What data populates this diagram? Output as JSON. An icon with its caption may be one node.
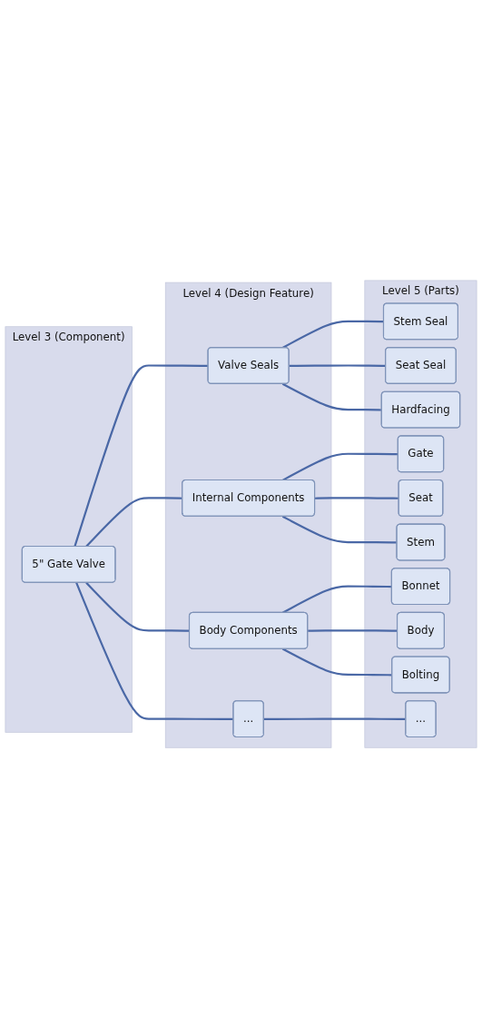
{
  "diagram": {
    "nodes": [
      {
        "text": [
          "Level 3 (Component)"
        ]
      },
      {
        "text": [
          "Level 4 (Design Feature)"
        ]
      },
      {
        "text": [
          "Level 5 (Parts)"
        ]
      },
      {
        "text": [
          "5\" Gate Valve"
        ],
        "in": 0
      },
      {
        "text": [
          "Valve Seals"
        ],
        "in": 1
      },
      {
        "text": [
          "Internal Components"
        ],
        "in": 1
      },
      {
        "text": [
          "Body Components"
        ],
        "in": 1
      },
      {
        "text": [
          "..."
        ],
        "in": 1
      },
      {
        "text": [
          "Stem Seal"
        ],
        "in": 2
      },
      {
        "text": [
          "Seat Seal"
        ],
        "in": 2
      },
      {
        "text": [
          "Hardfacing"
        ],
        "in": 2
      },
      {
        "text": [
          "Gate"
        ],
        "in": 2
      },
      {
        "text": [
          "Seat"
        ],
        "in": 2
      },
      {
        "text": [
          "Stem"
        ],
        "in": 2
      },
      {
        "text": [
          "Bonnet"
        ],
        "in": 2
      },
      {
        "text": [
          "Body"
        ],
        "in": 2
      },
      {
        "text": [
          "Bolting"
        ],
        "in": 2
      },
      {
        "text": [
          "..."
        ],
        "in": 2
      }
    ],
    "edges": [
      {
        "from": 3,
        "to": 4,
        "arrow": "none"
      },
      {
        "from": 3,
        "to": 5,
        "arrow": "none"
      },
      {
        "from": 3,
        "to": 6,
        "arrow": "none"
      },
      {
        "from": 3,
        "to": 7,
        "arrow": "none"
      },
      {
        "from": 4,
        "to": 8,
        "arrow": "none"
      },
      {
        "from": 4,
        "to": 9,
        "arrow": "none"
      },
      {
        "from": 4,
        "to": 10,
        "arrow": "none"
      },
      {
        "from": 5,
        "to": 11,
        "arrow": "none"
      },
      {
        "from": 5,
        "to": 12,
        "arrow": "none"
      },
      {
        "from": 5,
        "to": 13,
        "arrow": "none"
      },
      {
        "from": 6,
        "to": 14,
        "arrow": "none"
      },
      {
        "from": 6,
        "to": 15,
        "arrow": "none"
      },
      {
        "from": 6,
        "to": 16,
        "arrow": "none"
      },
      {
        "from": 7,
        "to": 17,
        "arrow": "none"
      }
    ]
  }
}
